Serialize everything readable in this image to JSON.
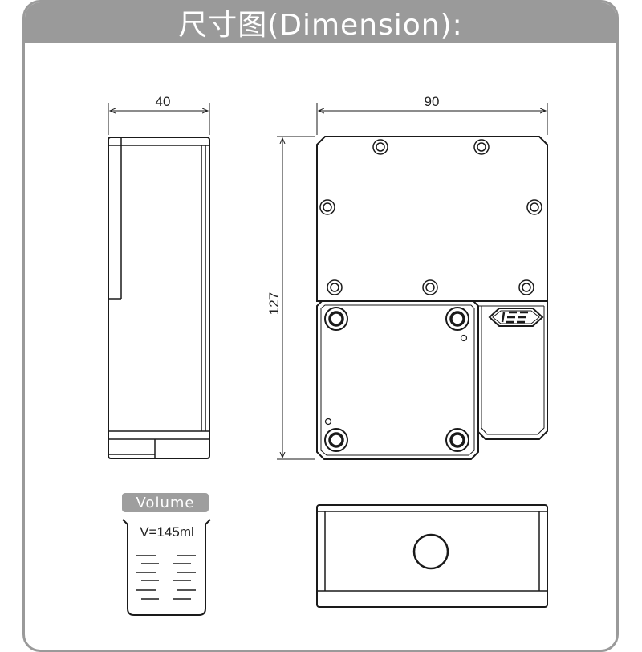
{
  "header": {
    "title": "尺寸图(Dimension):"
  },
  "dimensions": {
    "side_width": "40",
    "front_width": "90",
    "front_height": "127"
  },
  "volume": {
    "label": "Volume",
    "value": "V=145ml"
  },
  "colors": {
    "frame": "#9a9a9a",
    "header_bg": "#9a9a9a",
    "line": "#1a1a1a"
  }
}
